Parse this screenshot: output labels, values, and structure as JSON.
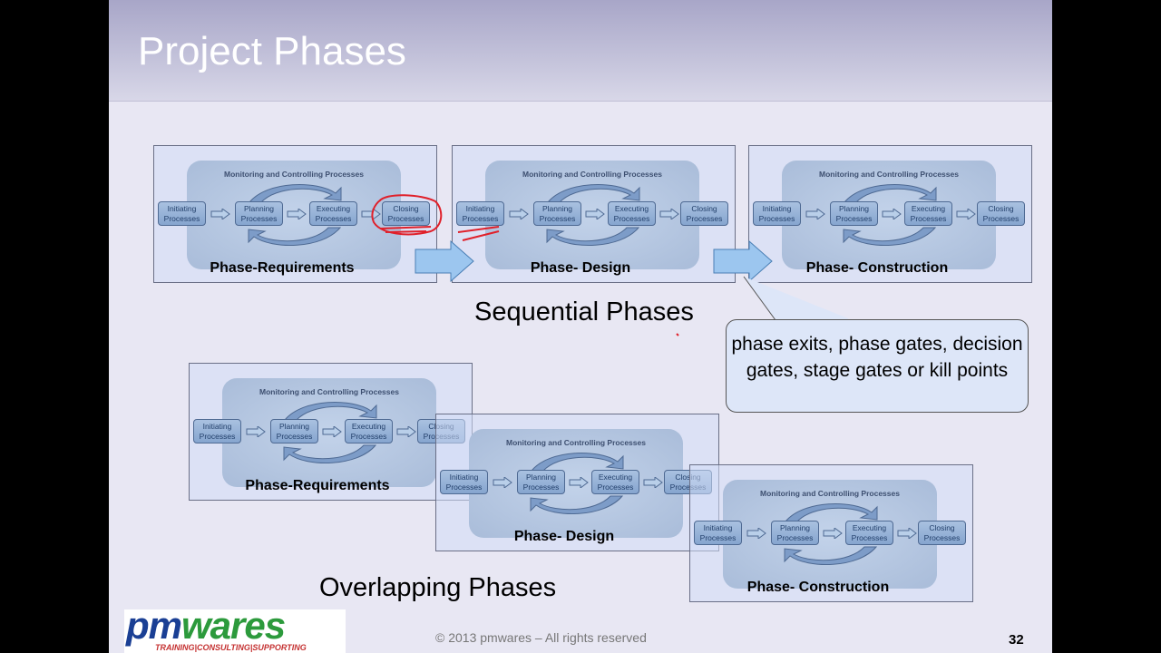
{
  "slide": {
    "title": "Project Phases",
    "monitoring_label": "Monitoring and Controlling Processes",
    "process_boxes": [
      "Initiating Processes",
      "Planning Processes",
      "Executing Processes",
      "Closing Processes"
    ],
    "sequential_heading": "Sequential Phases",
    "overlapping_heading": "Overlapping Phases",
    "sequential_phases": [
      "Phase-Requirements",
      "Phase- Design",
      "Phase- Construction"
    ],
    "overlapping_phases": [
      "Phase-Requirements",
      "Phase- Design",
      "Phase- Construction"
    ],
    "callout_text": "phase exits, phase gates, decision gates, stage gates or kill points",
    "footer": {
      "logo": "pmwares",
      "logo_tagline": "TRAINING|CONSULTING|SUPPORTING",
      "copyright": "© 2013 pmwares – All rights reserved",
      "page_number": "32"
    },
    "colors": {
      "annotation": "#e0202a",
      "box": "#86a5cf",
      "arrow": "#9cc6ef"
    }
  }
}
